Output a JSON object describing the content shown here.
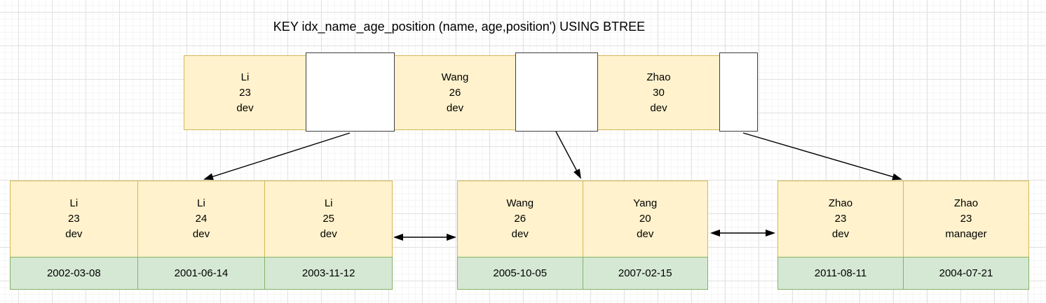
{
  "title": "KEY idx_name_age_position (name, age,position') USING BTREE",
  "root": {
    "keys": [
      {
        "name": "Li",
        "age": "23",
        "position": "dev"
      },
      {
        "name": "Wang",
        "age": "26",
        "position": "dev"
      },
      {
        "name": "Zhao",
        "age": "30",
        "position": "dev"
      }
    ],
    "pointer_count": 3
  },
  "leaves": [
    {
      "entries": [
        {
          "name": "Li",
          "age": "23",
          "position": "dev",
          "date": "2002-03-08"
        },
        {
          "name": "Li",
          "age": "24",
          "position": "dev",
          "date": "2001-06-14"
        },
        {
          "name": "Li",
          "age": "25",
          "position": "dev",
          "date": "2003-11-12"
        }
      ]
    },
    {
      "entries": [
        {
          "name": "Wang",
          "age": "26",
          "position": "dev",
          "date": "2005-10-05"
        },
        {
          "name": "Yang",
          "age": "20",
          "position": "dev",
          "date": "2007-02-15"
        }
      ]
    },
    {
      "entries": [
        {
          "name": "Zhao",
          "age": "23",
          "position": "dev",
          "date": "2011-08-11"
        },
        {
          "name": "Zhao",
          "age": "23",
          "position": "manager",
          "date": "2004-07-21"
        }
      ]
    }
  ],
  "edges": [
    {
      "from": "root-pointer-1",
      "to": "leaf-node-1",
      "type": "arrow"
    },
    {
      "from": "root-pointer-2",
      "to": "leaf-node-2",
      "type": "arrow"
    },
    {
      "from": "root-pointer-end",
      "to": "leaf-node-3",
      "type": "arrow"
    },
    {
      "from": "leaf-node-1",
      "to": "leaf-node-2",
      "type": "double-arrow"
    },
    {
      "from": "leaf-node-2",
      "to": "leaf-node-3",
      "type": "double-arrow"
    }
  ],
  "colors": {
    "key_fill": "#fff2cc",
    "key_border": "#d6b656",
    "date_fill": "#d5e8d4",
    "date_border": "#82b366",
    "pointer_fill": "#ffffff",
    "pointer_border": "#3f3f3f",
    "arrow": "#000000"
  }
}
